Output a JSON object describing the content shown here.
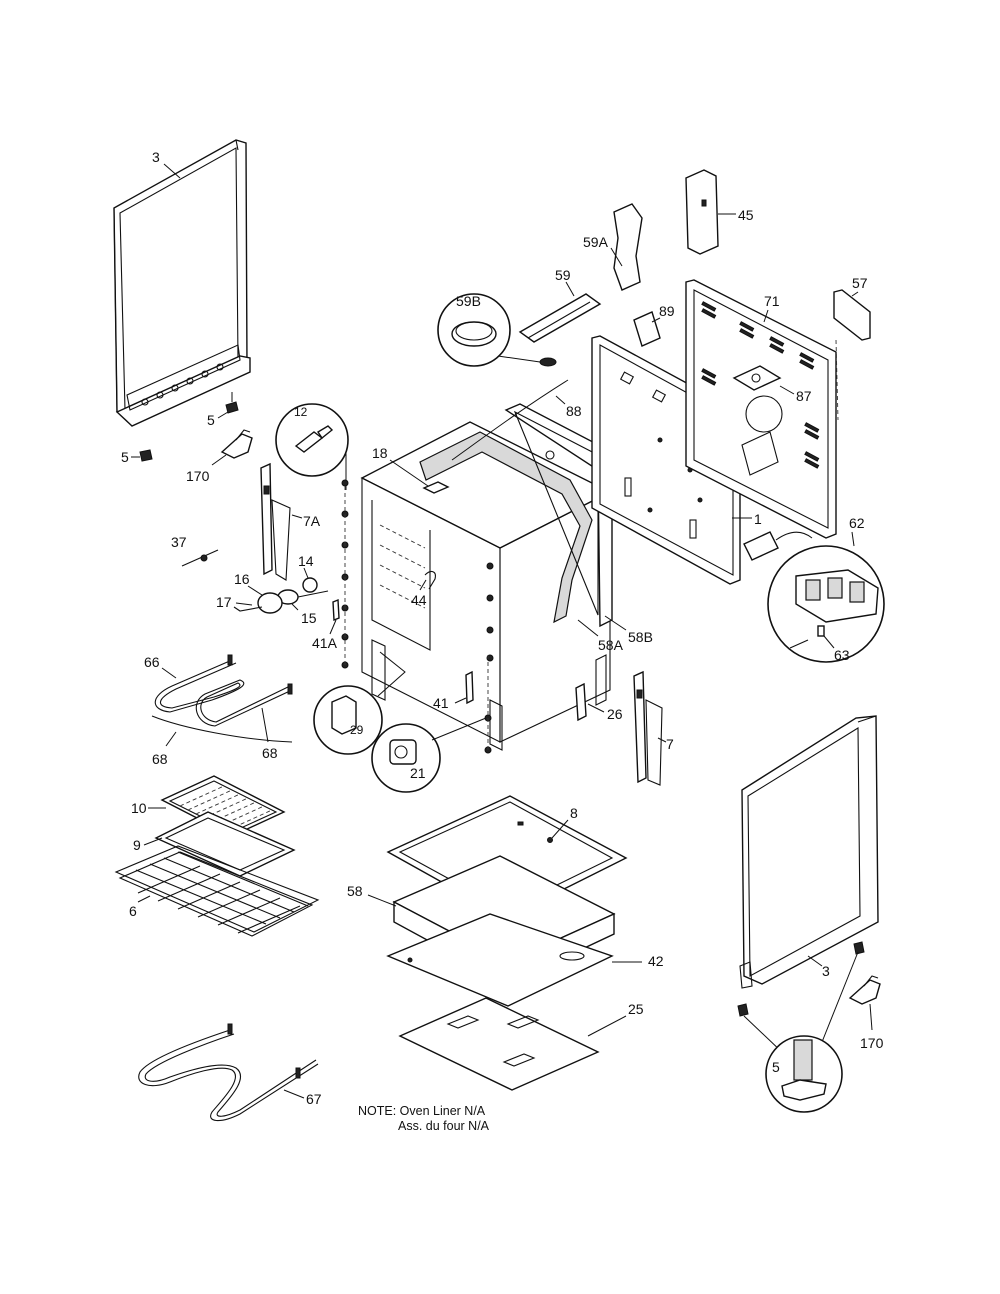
{
  "labels": {
    "p3_left": "3",
    "p3_right": "3",
    "p5_a": "5",
    "p5_b": "5",
    "p5_callout": "5",
    "p170_left": "170",
    "p170_right": "170",
    "p12": "12",
    "p18": "18",
    "p7A": "7A",
    "p37": "37",
    "p14": "14",
    "p16": "16",
    "p17": "17",
    "p15": "15",
    "p44": "44",
    "p41A": "41A",
    "p41": "41",
    "p66": "66",
    "p68_left": "68",
    "p68_right": "68",
    "p29": "29",
    "p21": "21",
    "p26": "26",
    "p7": "7",
    "p58A": "58A",
    "p58B": "58B",
    "p1": "1",
    "p62": "62",
    "p63": "63",
    "p45": "45",
    "p59A": "59A",
    "p59": "59",
    "p59B": "59B",
    "p89": "89",
    "p71": "71",
    "p57": "57",
    "p87": "87",
    "p88": "88",
    "p10": "10",
    "p9": "9",
    "p6": "6",
    "p8": "8",
    "p58": "58",
    "p42": "42",
    "p25": "25",
    "p67": "67"
  },
  "note": {
    "line1": "NOTE: Oven Liner N/A",
    "line2": "Ass. du four N/A"
  }
}
